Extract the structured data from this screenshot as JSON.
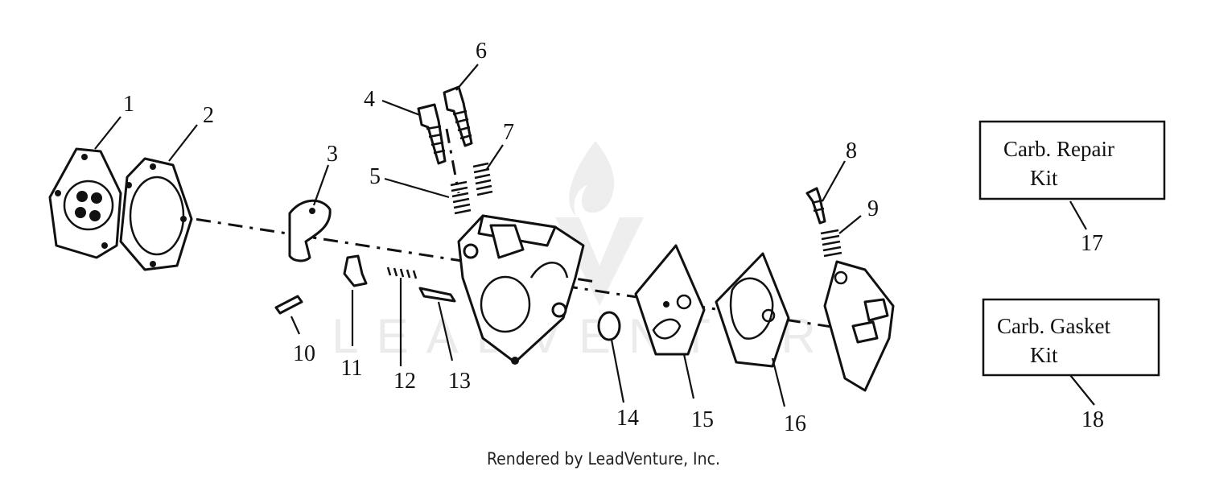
{
  "callouts": [
    "1",
    "2",
    "3",
    "4",
    "5",
    "6",
    "7",
    "8",
    "9",
    "10",
    "11",
    "12",
    "13",
    "14",
    "15",
    "16",
    "17",
    "18"
  ],
  "kits": {
    "repair": {
      "line1": "Carb. Repair",
      "line2": "Kit",
      "ref": "17"
    },
    "gasket": {
      "line1": "Carb. Gasket",
      "line2": "Kit",
      "ref": "18"
    }
  },
  "watermark": "LEADVENTURE",
  "credit": "Rendered by LeadVenture, Inc."
}
